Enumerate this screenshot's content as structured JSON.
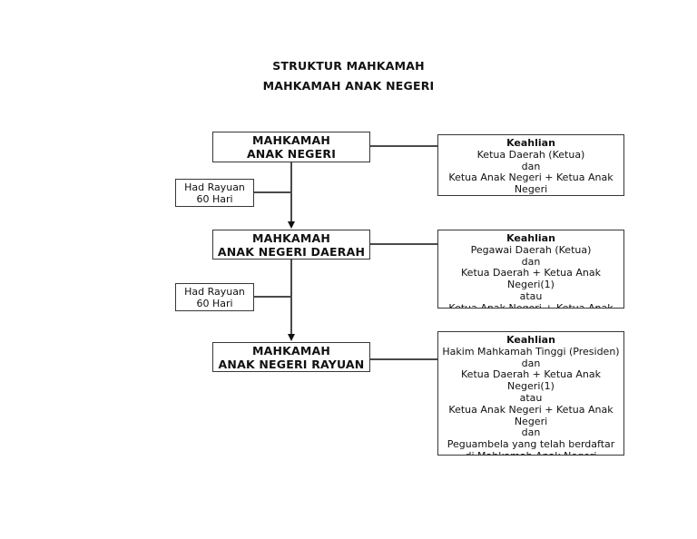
{
  "page": {
    "title_line1": "STRUKTUR MAHKAMAH",
    "title_line2": "MAHKAMAH ANAK NEGERI"
  },
  "diagram": {
    "type": "flowchart",
    "colors": {
      "background": "#ffffff",
      "border": "#373737",
      "line": "#4a4a4a",
      "text": "#111111"
    },
    "levels": [
      {
        "court_line1": "MAHKAMAH",
        "court_line2": "ANAK NEGERI",
        "membership_heading": "Keahlian",
        "membership_lines": [
          "Ketua Daerah (Ketua)",
          "dan",
          "Ketua Anak Negeri + Ketua Anak",
          "Negeri"
        ]
      },
      {
        "court_line1": "MAHKAMAH",
        "court_line2": "ANAK NEGERI DAERAH",
        "membership_heading": "Keahlian",
        "membership_lines": [
          "Pegawai Daerah (Ketua)",
          "dan",
          "Ketua Daerah + Ketua Anak",
          "Negeri(1)",
          "atau",
          "Ketua Anak Negeri + Ketua Anak"
        ]
      },
      {
        "court_line1": "MAHKAMAH",
        "court_line2": "ANAK NEGERI RAYUAN",
        "membership_heading": "Keahlian",
        "membership_lines": [
          "Hakim Mahkamah Tinggi (Presiden)",
          "dan",
          "Ketua Daerah + Ketua Anak",
          "Negeri(1)",
          "atau",
          "Ketua Anak Negeri + Ketua Anak",
          "Negeri",
          "dan",
          "Peguambela yang telah berdaftar",
          "di Mahkamah Anak Negeri"
        ]
      }
    ],
    "appeal_limit": {
      "line1": "Had Rayuan",
      "line2": "60 Hari"
    }
  }
}
